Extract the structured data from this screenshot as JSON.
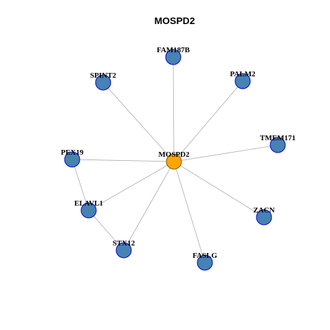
{
  "title": "MOSPD2",
  "colors": {
    "hub_fill": "#FFA500",
    "hub_stroke": "#7A5A00",
    "node_fill": "#4682B4",
    "node_stroke": "#0000CD",
    "edge": "#AAAAAA"
  },
  "nodes": [
    {
      "id": "MOSPD2",
      "hub": true
    },
    {
      "id": "FAM187B"
    },
    {
      "id": "SPINT2"
    },
    {
      "id": "PALM2"
    },
    {
      "id": "TMEM171"
    },
    {
      "id": "PEX19"
    },
    {
      "id": "ELAVL1"
    },
    {
      "id": "ZACN"
    },
    {
      "id": "STX12"
    },
    {
      "id": "FASLG"
    }
  ],
  "edges": [
    [
      "MOSPD2",
      "FAM187B"
    ],
    [
      "MOSPD2",
      "SPINT2"
    ],
    [
      "MOSPD2",
      "PALM2"
    ],
    [
      "MOSPD2",
      "TMEM171"
    ],
    [
      "MOSPD2",
      "PEX19"
    ],
    [
      "MOSPD2",
      "ELAVL1"
    ],
    [
      "MOSPD2",
      "ZACN"
    ],
    [
      "MOSPD2",
      "STX12"
    ],
    [
      "MOSPD2",
      "FASLG"
    ],
    [
      "PEX19",
      "ELAVL1"
    ],
    [
      "ELAVL1",
      "STX12"
    ]
  ]
}
